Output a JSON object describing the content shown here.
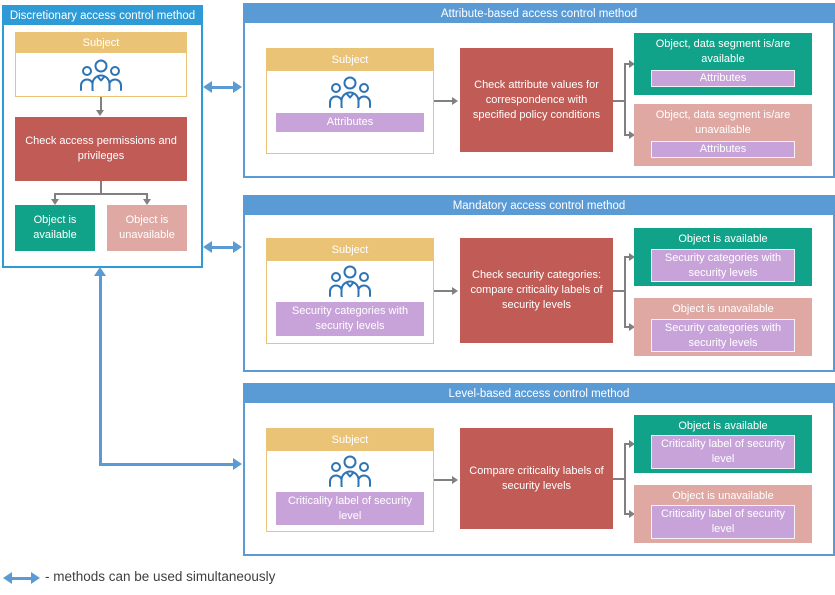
{
  "legend": {
    "arrow_icon": "double-headed-arrow",
    "text": "- methods can be used simultaneously"
  },
  "colors": {
    "discretionary_header_blue": "#2E9BD6",
    "panel_header_blue": "#5B9BD5",
    "connector_blue": "#5B9BD5",
    "subject_tan": "#EAC376",
    "process_red": "#C05B56",
    "available_green": "#10A389",
    "unavailable_pink": "#DFA8A3",
    "attribute_purple": "#C8A3D9",
    "flow_arrow_gray": "#808080",
    "people_icon_blue": "#2E74B5"
  },
  "panels": {
    "discretionary": {
      "title": "Discretionary access control method",
      "subject_label": "Subject",
      "subject_icon": "people-icon",
      "process": "Check access permissions and privileges",
      "outcome_available": "Object is available",
      "outcome_unavailable": "Object is unavailable"
    },
    "attribute_based": {
      "title": "Attribute-based access control method",
      "subject_label": "Subject",
      "subject_icon": "people-icon",
      "subject_tag": "Attributes",
      "process": "Check attribute values for correspondence with specified policy conditions",
      "available_title": "Object, data segment is/are available",
      "available_tag": "Attributes",
      "unavailable_title": "Object, data segment is/are unavailable",
      "unavailable_tag": "Attributes"
    },
    "mandatory": {
      "title": "Mandatory access control method",
      "subject_label": "Subject",
      "subject_icon": "people-icon",
      "subject_tag": "Security categories with security levels",
      "process": "Check security categories: compare criticality labels of security levels",
      "available_title": "Object is available",
      "available_tag": "Security categories with security levels",
      "unavailable_title": "Object is unavailable",
      "unavailable_tag": "Security categories with security levels"
    },
    "level_based": {
      "title": "Level-based access control method",
      "subject_label": "Subject",
      "subject_icon": "people-icon",
      "subject_tag": "Criticality label of security level",
      "process": "Compare criticality labels of security levels",
      "available_title": "Object is available",
      "available_tag": "Criticality label of security level",
      "unavailable_title": "Object is unavailable",
      "unavailable_tag": "Criticality label of security level"
    }
  }
}
